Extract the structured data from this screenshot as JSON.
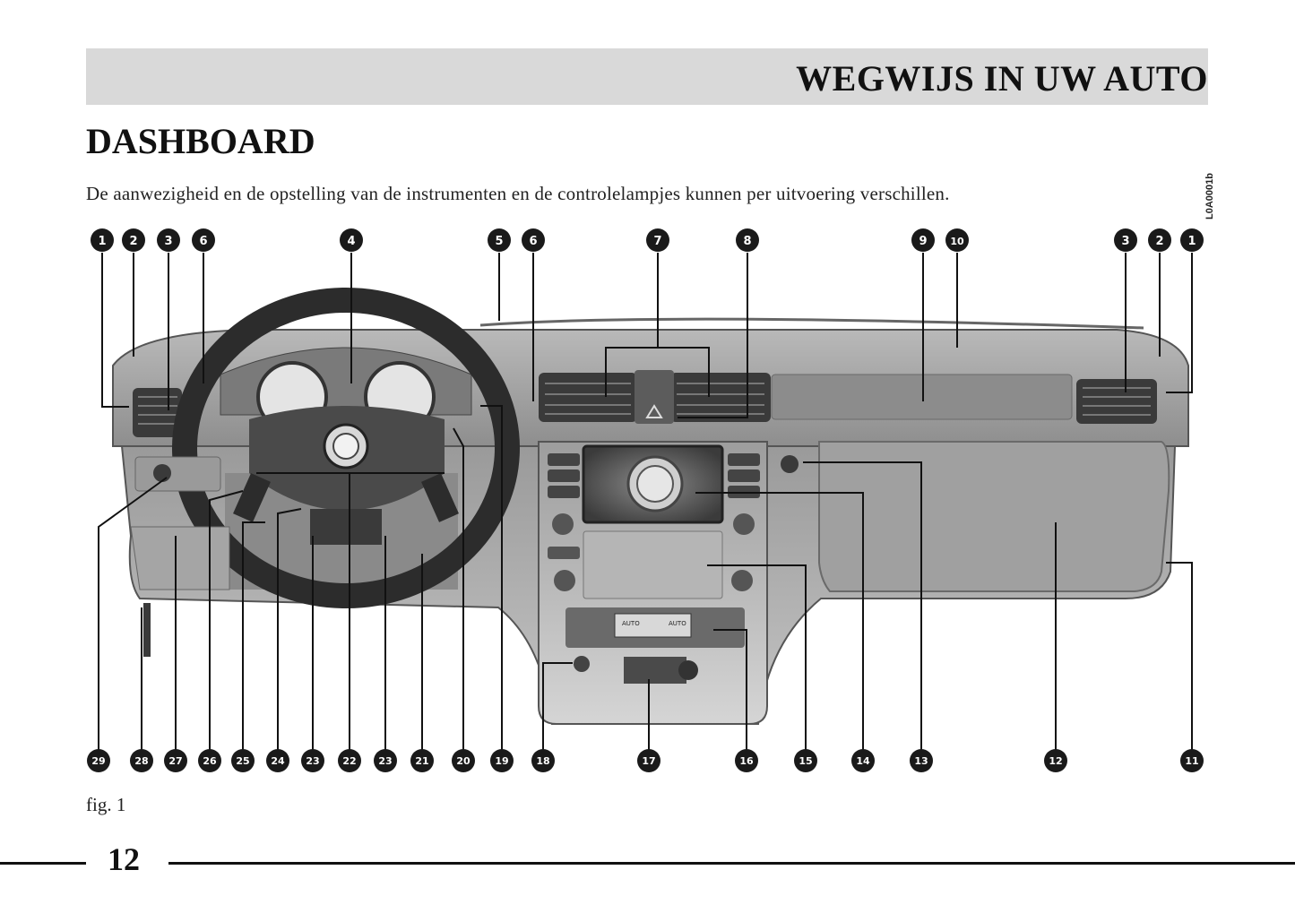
{
  "header": {
    "section_title": "WEGWIJS IN UW AUTO"
  },
  "page": {
    "title": "DASHBOARD",
    "intro": "De aanwezigheid en de opstelling van de instrumenten en de controlelampjes kunnen per uitvoering verschillen.",
    "figure_code": "L0A0001b",
    "caption": "fig. 1",
    "page_number": "12"
  },
  "figure": {
    "top_callouts": [
      "1",
      "2",
      "3",
      "6",
      "4",
      "5",
      "6",
      "7",
      "8",
      "9",
      "10",
      "3",
      "2",
      "1"
    ],
    "bottom_callouts": [
      "29",
      "28",
      "27",
      "26",
      "25",
      "24",
      "23",
      "22",
      "23",
      "21",
      "20",
      "19",
      "18",
      "17",
      "16",
      "15",
      "14",
      "13",
      "12",
      "11"
    ],
    "display_labels": [
      "AUTO",
      "AUTO"
    ]
  }
}
